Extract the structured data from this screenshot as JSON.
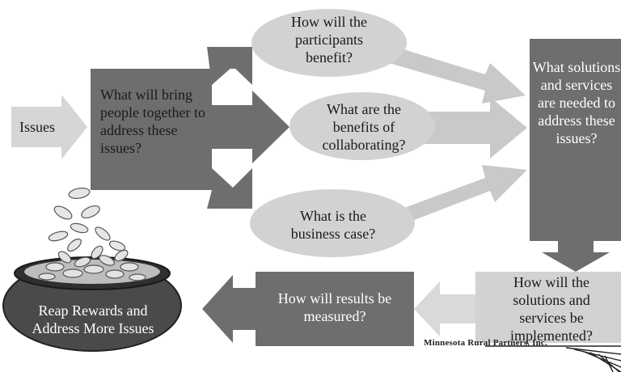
{
  "diagram": {
    "issues_label": "Issues",
    "box_bring_together": "What will bring people together to address these issues?",
    "ellipse_participants": "How will the participants benefit?",
    "ellipse_collaborating": "What are the benefits of collaborating?",
    "ellipse_business": "What is the business case?",
    "box_solutions": "What solutions and services are needed to address these issues?",
    "box_implemented": "How will the solutions and services be implemented?",
    "box_measured": "How will results be measured?",
    "pot_label": "Reap Rewards and Address More Issues",
    "logo_text": "Minnesota Rural Partners, Inc."
  },
  "colors": {
    "dark_box": "#6e6e6e",
    "light_shape": "#d2d2d2",
    "arrow_light": "#c4c4c4",
    "pot_body": "#4a4a4a",
    "coin": "#d8d8d8"
  }
}
